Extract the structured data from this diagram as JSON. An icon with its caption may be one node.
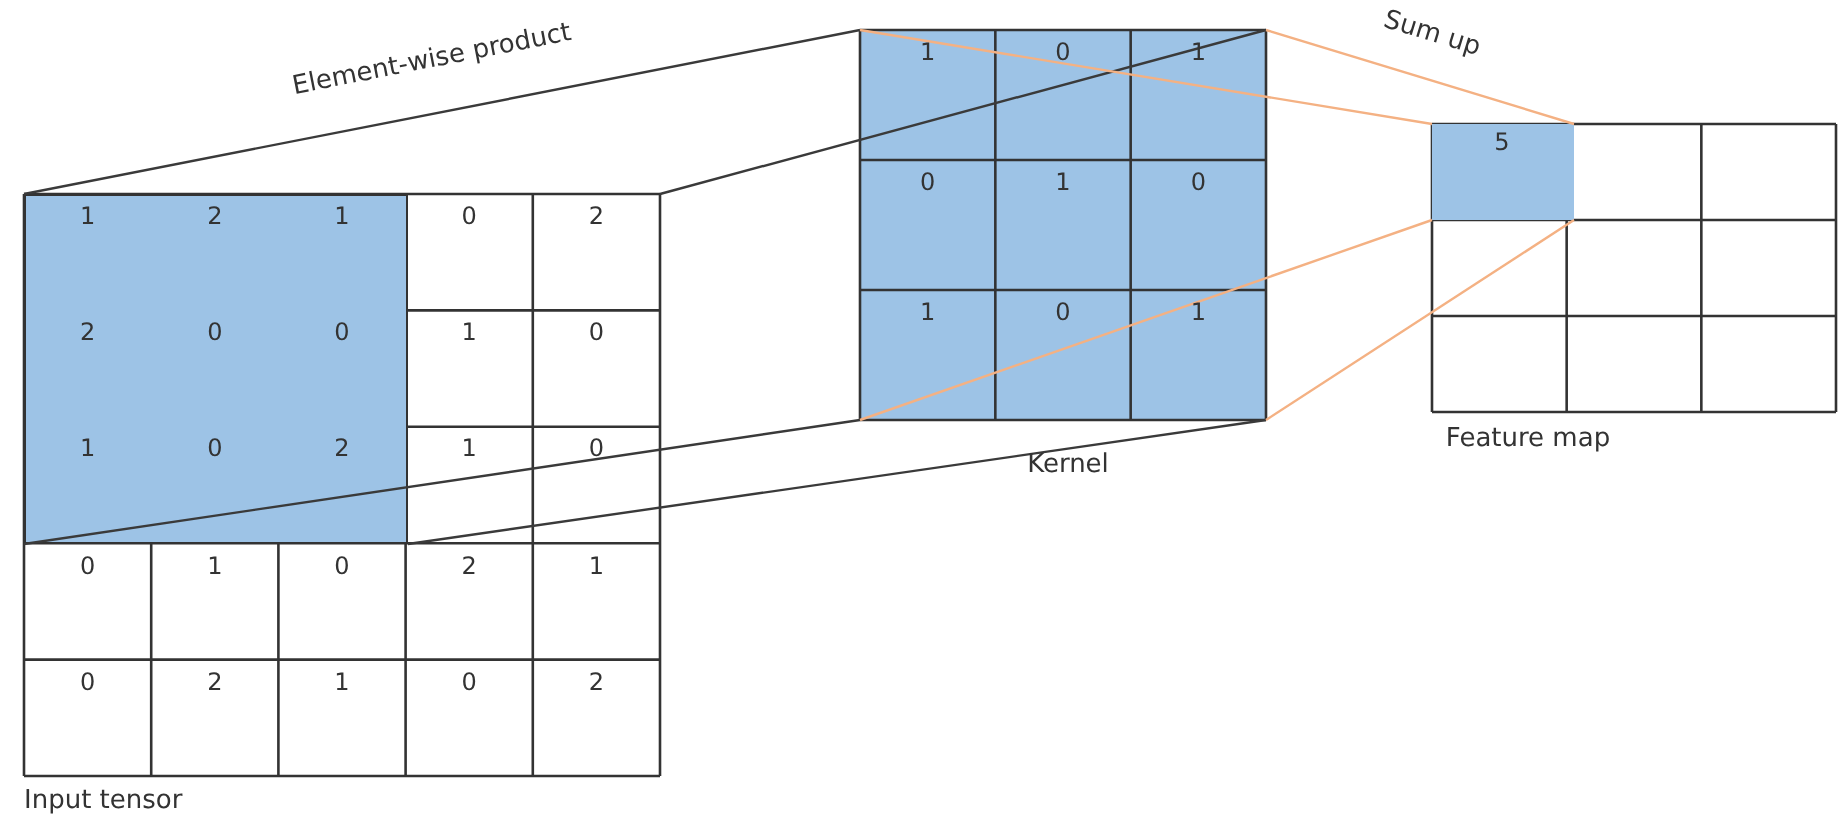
{
  "diagram": {
    "nodes": [
      {
        "text": [
          "Input tensor"
        ]
      },
      {
        "text": [],
        "shape": "box",
        "in": 0
      },
      {
        "text": [
          "Kernel"
        ]
      },
      {
        "text": [
          "Feature map"
        ]
      },
      {
        "text": [
          "5"
        ],
        "in": 3
      }
    ],
    "edges": [
      {
        "from": 1,
        "to": 2,
        "arrow": "none",
        "label": "Element-wise product"
      },
      {
        "from": 0,
        "to": 2,
        "arrow": "none"
      },
      {
        "from": 1,
        "to": 2,
        "arrow": "none"
      },
      {
        "from": 1,
        "to": 2,
        "arrow": "none"
      },
      {
        "from": 2,
        "to": 4,
        "arrow": "none",
        "color": "#f4b183"
      },
      {
        "from": 2,
        "to": 4,
        "arrow": "none",
        "color": "#f4b183",
        "label": "Sum up"
      },
      {
        "from": 2,
        "to": 4,
        "arrow": "none",
        "color": "#f4b183"
      },
      {
        "from": 2,
        "to": 4,
        "arrow": "none",
        "color": "#f4b183"
      }
    ],
    "labels": [
      "1",
      "2",
      "1",
      "0",
      "2",
      "2",
      "0",
      "0",
      "1",
      "0",
      "1",
      "0",
      "2",
      "1",
      "0",
      "0",
      "1",
      "0",
      "2",
      "1",
      "0",
      "2",
      "1",
      "0",
      "2",
      "1",
      "0",
      "1",
      "0",
      "1",
      "0",
      "1",
      "0",
      "1"
    ]
  }
}
